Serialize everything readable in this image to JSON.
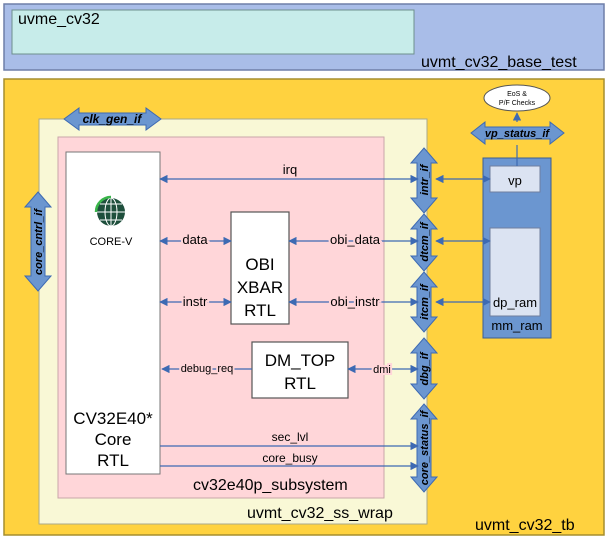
{
  "colors": {
    "test_bg": "#a9bde8",
    "uvme_bg": "#c7ecea",
    "tb_bg": "#ffd23f",
    "wrap_bg": "#f9f8d6",
    "subsys_bg": "#ffd6d9",
    "arrow_blue": "#3d6ab3",
    "mm_bg": "#6b96d0",
    "mm_inner": "#dbe3f2"
  },
  "base_test": {
    "label": "uvmt_cv32_base_test"
  },
  "uvme": {
    "label": "uvme_cv32"
  },
  "tb": {
    "label": "uvmt_cv32_tb"
  },
  "wrap": {
    "label": "uvmt_cv32_ss_wrap"
  },
  "subsystem": {
    "label": "cv32e40p_subsystem"
  },
  "core": {
    "line1": "CV32E40*",
    "line2": "Core",
    "line3": "RTL",
    "logo_text": "CORE-V",
    "logo_icon": "globe-icon"
  },
  "xbar": {
    "line1": "OBI",
    "line2": "XBAR",
    "line3": "RTL"
  },
  "dm": {
    "line1": "DM_TOP",
    "line2": "RTL"
  },
  "signals": {
    "irq": "irq",
    "data": "data",
    "instr": "instr",
    "obi_data": "obi_data",
    "obi_instr": "obi_instr",
    "debug_req": "debug_req",
    "dmi": "dmi",
    "sec_lvl": "sec_lvl",
    "core_busy": "core_busy"
  },
  "interfaces": {
    "clk_gen": "clk_gen_if",
    "core_cntrl": "core_cntrl_if",
    "intr": "intr_if",
    "dtcm": "dtcm_if",
    "itcm": "itcm_if",
    "dbg": "dbg_if",
    "core_status": "core_status_if",
    "vp_status": "vp_status_if"
  },
  "mm": {
    "label": "mm_ram",
    "vp": "vp",
    "dp_ram": "dp_ram"
  },
  "checks": {
    "line1": "EoS &",
    "line2": "P/F Checks"
  }
}
